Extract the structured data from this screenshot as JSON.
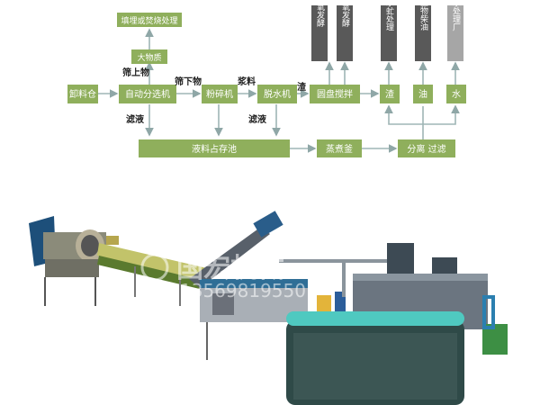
{
  "colors": {
    "green_box": "#8faf5c",
    "gray_box": "#595959",
    "light_gray_box": "#a6a6a6",
    "arrow": "#8fa7a7",
    "teal_box": "#3f5f5f"
  },
  "nodes": {
    "unload": "卸料仓",
    "sorter": "自动分选机",
    "crusher": "粉碎机",
    "dewater": "脱水机",
    "stirrer": "圆盘搅拌",
    "residue": "渣",
    "oil": "油",
    "water": "水",
    "bulky": "大物质",
    "landfill": "填埋或焚烧处理",
    "tank": "液料占存池",
    "cooker": "蒸煮釜",
    "separate": "分离 过滤",
    "anaerobic": "厌氧发酵",
    "aerobic": "好氧发酵",
    "bsf": "黑水虻处理",
    "biodiesel": "生物柴油",
    "sewage": "污水处理厂"
  },
  "labels": {
    "oversize": "筛上物",
    "undersize": "筛下物",
    "slurry": "浆料",
    "residue_label": "渣",
    "filtrate1": "滤液",
    "filtrate2": "滤液"
  },
  "watermark": {
    "company": "国宏机械",
    "phone": "13569819550"
  }
}
